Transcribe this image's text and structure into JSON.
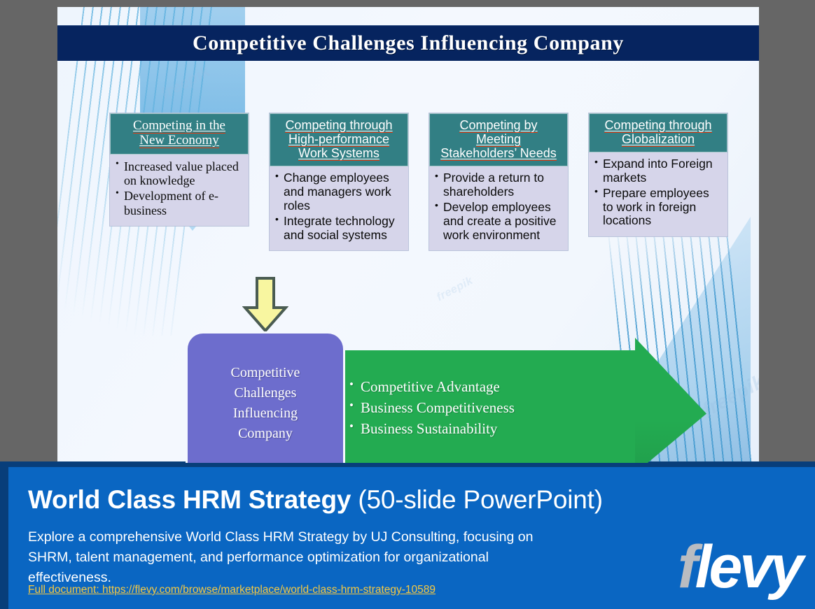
{
  "slide": {
    "title": "Competitive Challenges Influencing Company",
    "cards": [
      {
        "heading": "Competing in the\nNew Economy",
        "heading_lines": [
          "Competing in the",
          "New Economy"
        ],
        "bullets": [
          "Increased value placed on knowledge",
          "Development of e-business"
        ]
      },
      {
        "heading": "Competing through High-performance Work Systems",
        "heading_lines": [
          "Competing through",
          "High-performance",
          "Work Systems"
        ],
        "bullets": [
          "Change employees and managers work roles",
          "Integrate technology and social systems"
        ]
      },
      {
        "heading": "Competing by Meeting Stakeholders’ Needs",
        "heading_lines": [
          "Competing by",
          "Meeting",
          "Stakeholders’ Needs"
        ],
        "bullets": [
          "Provide a return to shareholders",
          "Develop employees and create a positive work environment"
        ]
      },
      {
        "heading": "Competing through Globalization",
        "heading_lines": [
          "Competing through",
          "Globalization"
        ],
        "bullets": [
          "Expand into Foreign markets",
          "Prepare employees to work in foreign locations"
        ]
      }
    ],
    "center_box": {
      "lines": [
        "Competitive",
        "Challenges",
        "Influencing",
        "Company"
      ],
      "text": "Competitive Challenges Influencing Company"
    },
    "outcomes": [
      "Competitive Advantage",
      "Business Competitiveness",
      "Business Sustainability"
    ],
    "watermark": "freepik"
  },
  "banner": {
    "title_bold": "World Class HRM Strategy",
    "title_light": "(50-slide PowerPoint)",
    "description": "Explore a comprehensive World Class HRM Strategy by UJ Consulting, focusing on SHRM, talent management, and performance optimization for organizational effectiveness.",
    "link": "Full document: https://flevy.com/browse/marketplace/world-class-hrm-strategy-10589",
    "logo_first": "f",
    "logo_rest": "levy"
  },
  "colors": {
    "title_bar": "#06245f",
    "card_header": "#327f84",
    "card_body": "#d6d5ea",
    "purple_box": "#6d6dcd",
    "green_arrow": "#23ab51",
    "yellow_arrow": "#f8f6a0",
    "banner_blue": "#0a66c2",
    "banner_border": "#083e7a",
    "link_gold": "#f5c842",
    "page_bg": "#666666"
  }
}
